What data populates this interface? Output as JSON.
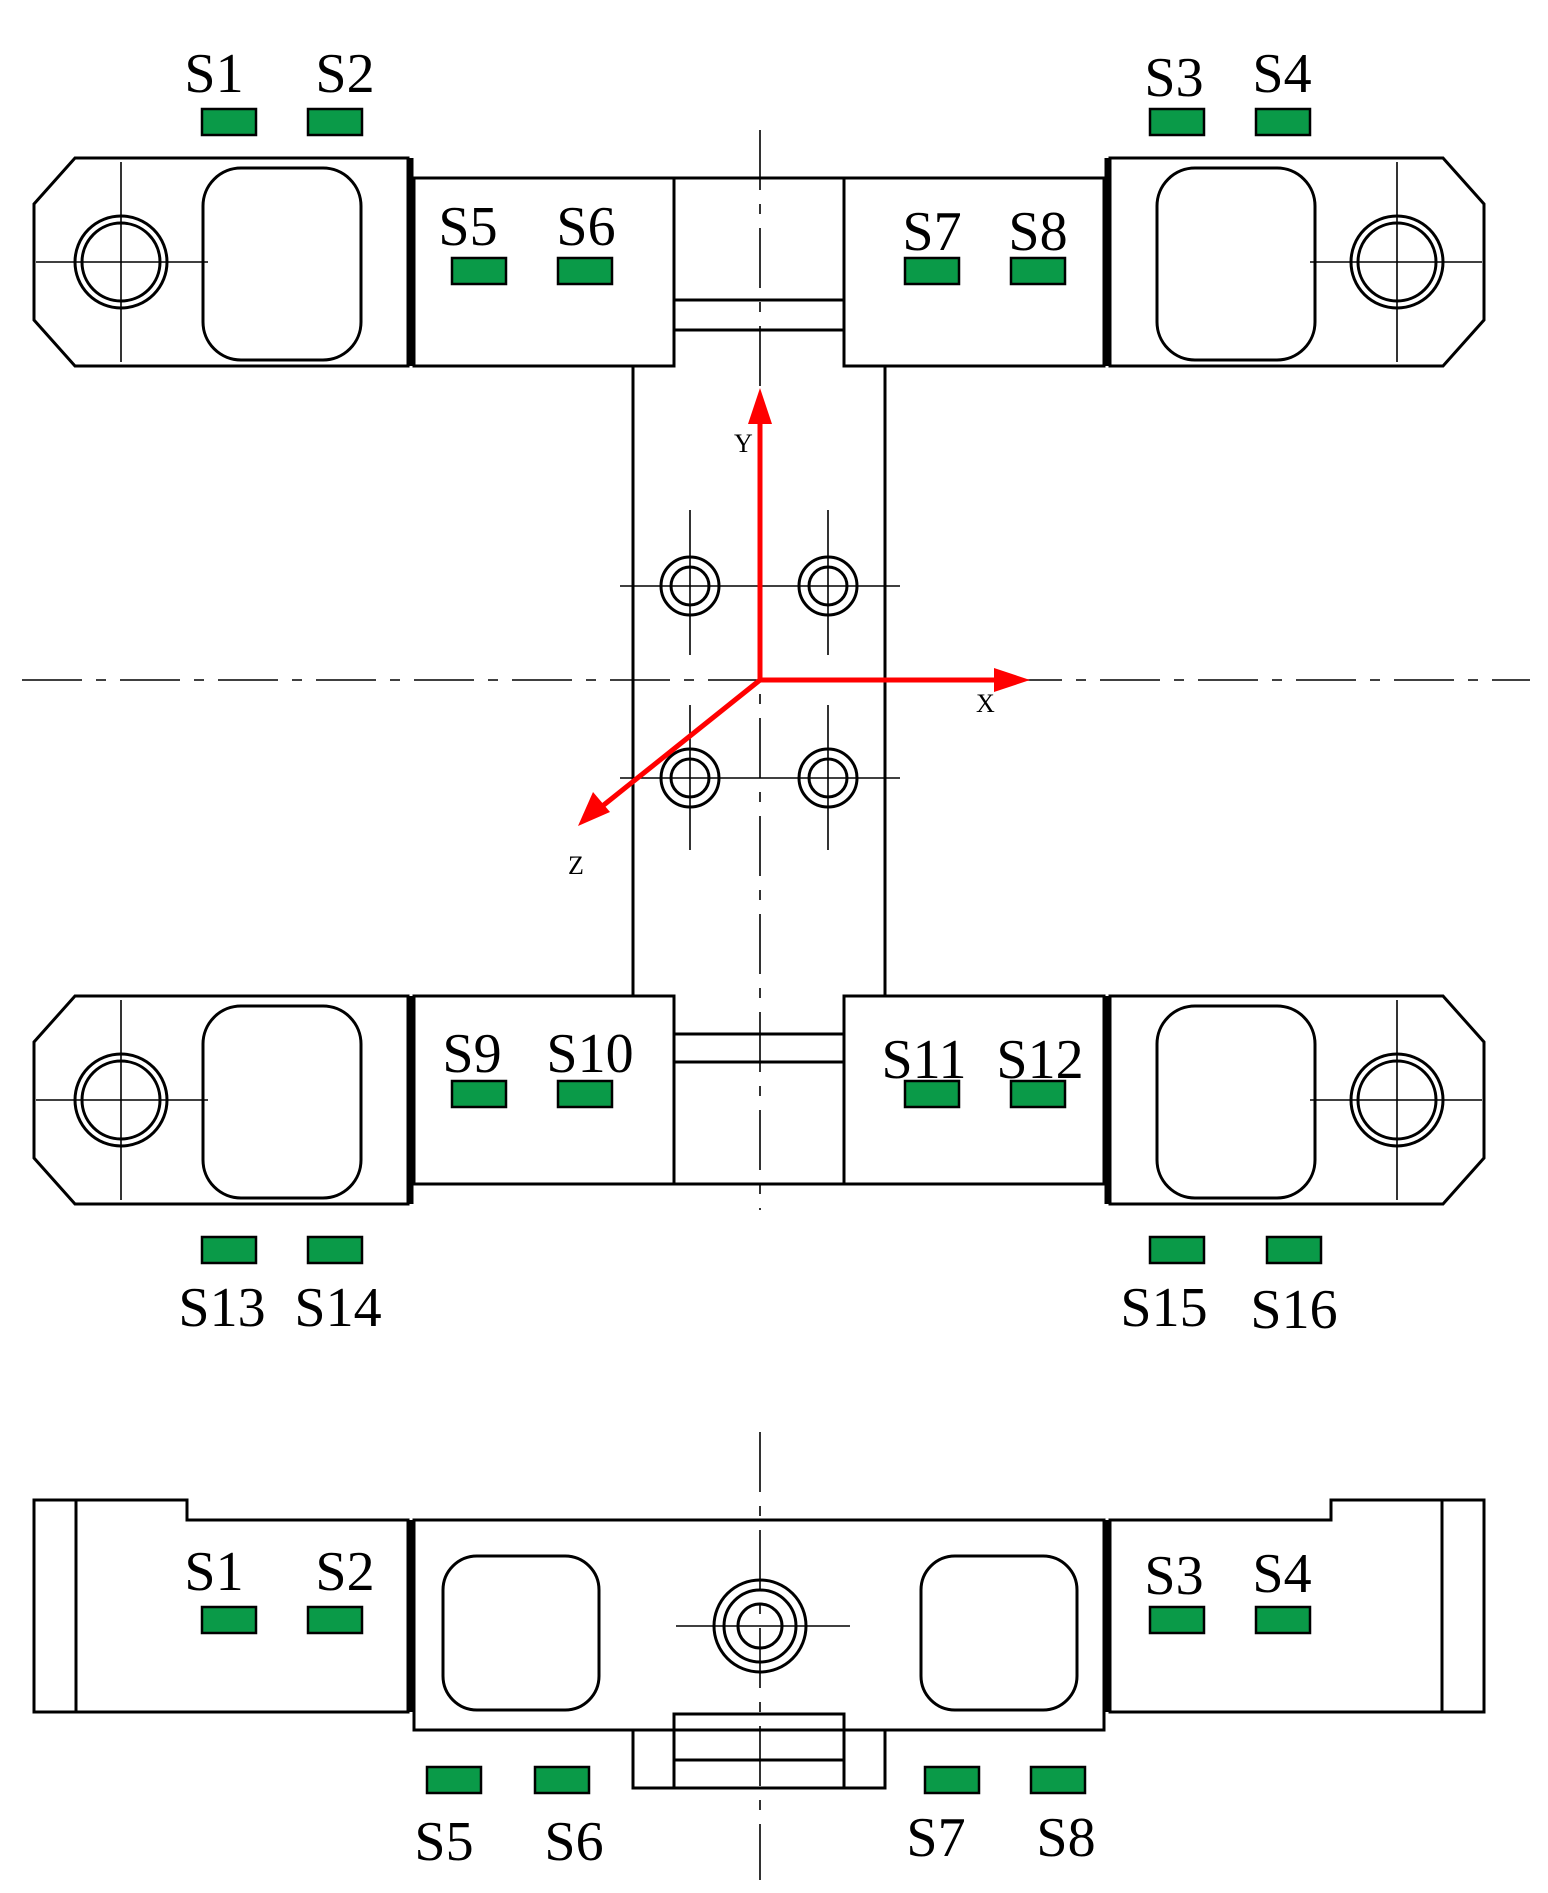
{
  "colors": {
    "gauge_fill": "#0a9a48",
    "axis_arrow": "#ff0000",
    "line": "#000000",
    "background": "#ffffff"
  },
  "axes": {
    "x_label": "X",
    "y_label": "Y",
    "z_label": "Z"
  },
  "top_view": {
    "gauges": [
      {
        "id": "S1",
        "label": "S1"
      },
      {
        "id": "S2",
        "label": "S2"
      },
      {
        "id": "S3",
        "label": "S3"
      },
      {
        "id": "S4",
        "label": "S4"
      },
      {
        "id": "S5",
        "label": "S5"
      },
      {
        "id": "S6",
        "label": "S6"
      },
      {
        "id": "S7",
        "label": "S7"
      },
      {
        "id": "S8",
        "label": "S8"
      },
      {
        "id": "S9",
        "label": "S9"
      },
      {
        "id": "S10",
        "label": "S10"
      },
      {
        "id": "S11",
        "label": "S11"
      },
      {
        "id": "S12",
        "label": "S12"
      },
      {
        "id": "S13",
        "label": "S13"
      },
      {
        "id": "S14",
        "label": "S14"
      },
      {
        "id": "S15",
        "label": "S15"
      },
      {
        "id": "S16",
        "label": "S16"
      }
    ]
  },
  "side_view": {
    "gauges": [
      {
        "id": "S1",
        "label": "S1"
      },
      {
        "id": "S2",
        "label": "S2"
      },
      {
        "id": "S3",
        "label": "S3"
      },
      {
        "id": "S4",
        "label": "S4"
      },
      {
        "id": "S5",
        "label": "S5"
      },
      {
        "id": "S6",
        "label": "S6"
      },
      {
        "id": "S7",
        "label": "S7"
      },
      {
        "id": "S8",
        "label": "S8"
      }
    ]
  }
}
